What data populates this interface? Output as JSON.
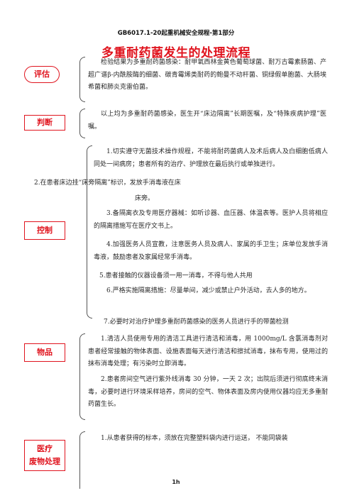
{
  "header": "GB6017.1-20起重机械安全规程-第1部分",
  "title": "多重耐药菌发生的处理流程",
  "sections": {
    "assess": {
      "label": "评估",
      "text": "检验结果为多重耐药菌感染：耐甲氧西林金黄色葡萄球菌、耐万古霉素肠菌、产超广谱β-内酰胺酶的细菌、碳青霉烯类耐药的鲍曼不动杆菌、铜绿假单胞菌、大肠埃希菌和肺炎克雷伯菌。"
    },
    "judge": {
      "label": "判断",
      "text": "以上均为多重耐药菌感染，医生开“床边隔离”长期医嘱，及“特殊疾病护理”医嘱。"
    },
    "control": {
      "label": "控制",
      "item1": "1.切实遵守无菌技术操作规程，不能将耐药菌病人及术后病人及白细胞低病人同处一间病房；患者所有的治疗、护理放在最后执行或单独进行。",
      "item2a": "2.在患者床边挂“床旁隔离”标识，发放手消毒液在床",
      "item2b": "床旁。",
      "item3": "3.备隔离衣及专用医疗器械：如听诊器、血压器、体温表等。医护人员将相应的隔离措施写在医疗文书上。",
      "item4": "4.加强医务人员宣教，注意医务人员及病人、家属的手卫生；床单位发放手消毒液，鼓励患者及家属经常手消毒。",
      "item5": "5.患者接触的仪器设备须一用一消毒，不得与他人共用",
      "item6": "6.严格实施隔离措施：尽量单间，减少或禁止户外活动，去人多的地方。",
      "item7": "7.必要时对治疗护理多重耐药菌感染的医务人员进行手的带菌检测"
    },
    "items": {
      "label": "物品",
      "item1": "1.清洁人员使用专用的清洁工具进行清洁和消毒，用 1000mg/L 含氯消毒剂对患者经常接触的物体表面、设施表面每天进行清洁和擦拭消毒，抹布专用，使用过的抹布消毒处理；有污染时立即消毒。",
      "item2": "2.患者房间空气进行紫外线消毒 30 分钟，一天 2 次；出院后须进行彻底终末消毒，必要时进行环境采样培养，房间的空气、物体表面及房内使用仪器均应无多重耐药菌生长。"
    },
    "waste": {
      "label_line1": "医疗",
      "label_line2": "废物处理",
      "item1": "1.从患者获得的标本，须放在完整塑料袋内进行运送，  不能同袋装"
    }
  },
  "page_number": "1h"
}
